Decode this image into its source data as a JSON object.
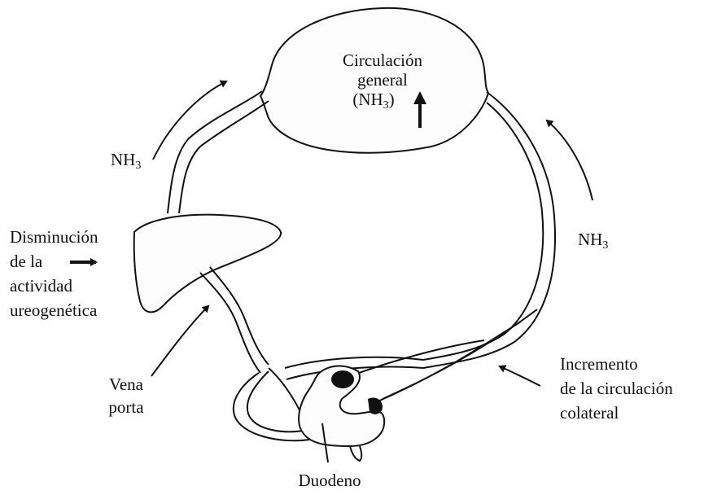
{
  "circulation": {
    "line1": "Circulación",
    "line2": "general",
    "line3_base": "(NH",
    "line3_sub": "3",
    "line3_end": ")"
  },
  "nh3_left": {
    "base": "NH",
    "sub": "3"
  },
  "nh3_right": {
    "base": "NH",
    "sub": "3"
  },
  "liver_label": {
    "line1": "Disminución",
    "line2": "de la",
    "line3": "actividad",
    "line4": "ureogenética"
  },
  "portal_label": {
    "line1": "Vena",
    "line2": "porta"
  },
  "collateral_label": {
    "line1": "Incremento",
    "line2": "de la circulación",
    "line3": "colateral"
  },
  "duodenum_label": "Duodeno",
  "colors": {
    "ink": "#111111",
    "paper": "#ffffff"
  }
}
